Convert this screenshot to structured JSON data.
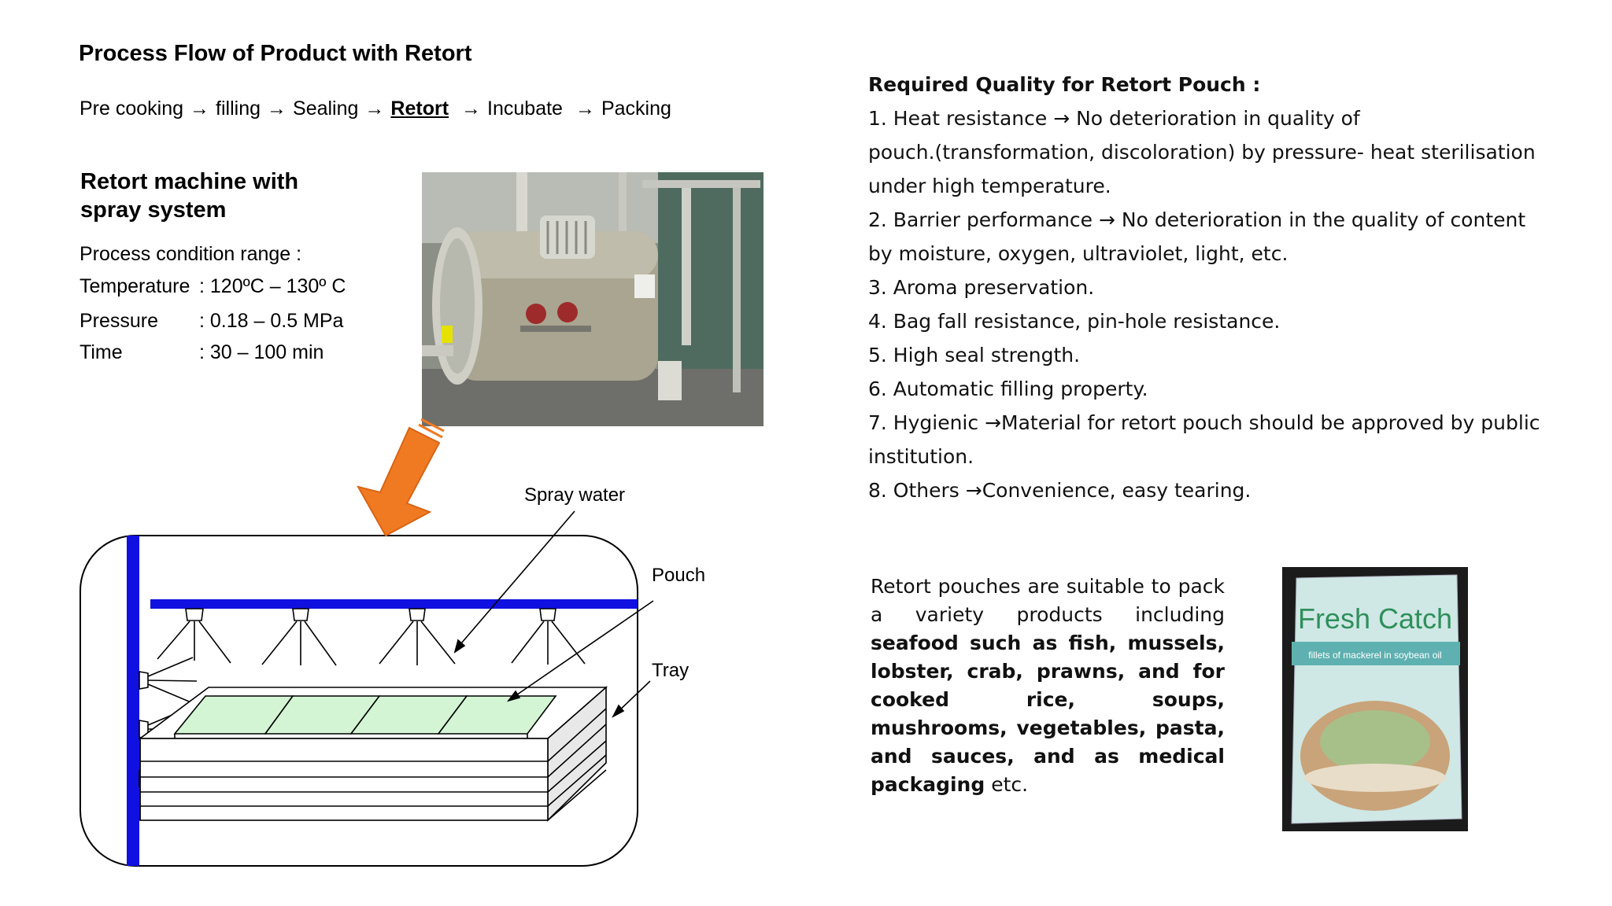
{
  "left": {
    "title": "Process Flow of Product with Retort",
    "flow": {
      "steps": [
        "Pre cooking",
        "filling",
        "Sealing",
        "Retort",
        "Incubate",
        "Packing"
      ],
      "arrow": "→"
    },
    "machine_heading": "Retort machine with spray system",
    "conditions": {
      "header": "Process condition range :",
      "rows": [
        {
          "label": "Temperature",
          "value": ": 120ºC – 130º C"
        },
        {
          "label": "Pressure",
          "value": ": 0.18 – 0.5 MPa"
        },
        {
          "label": "Time",
          "value": ":  30 – 100 min"
        }
      ]
    },
    "diagram": {
      "spray_label": "Spray water",
      "pouch_label": "Pouch",
      "tray_label": "Tray",
      "colors": {
        "frame": "#1010e0",
        "pouch_fill": "#d4f5d4",
        "arrow": "#f07a22"
      }
    }
  },
  "right": {
    "quality_heading": "Required Quality for Retort Pouch :",
    "quality_lines": [
      "1. Heat resistance → No deterioration in quality of",
      "pouch.(transformation, discoloration) by pressure- heat sterilisation",
      "under high temperature.",
      "2. Barrier performance → No deterioration in the quality of content",
      "by moisture, oxygen, ultraviolet, light, etc.",
      "3. Aroma preservation.",
      "4. Bag fall resistance, pin-hole resistance.",
      "5. High seal strength.",
      "6. Automatic filling property.",
      "7. Hygienic →Material for retort pouch should be approved by public",
      "institution.",
      "8. Others →Convenience, easy tearing."
    ],
    "paragraph": {
      "intro": "Retort pouches are suitable to pack a variety products including ",
      "bold": "seafood such as fish, mussels, lobster, crab, prawns, and for cooked rice, soups, mushrooms, vegetables, pasta, and sauces, and as medical packaging",
      "end": " etc."
    },
    "pouch_image": {
      "brand": "Fresh Catch",
      "subtitle": "fillets of mackerel in soybean oil"
    }
  }
}
